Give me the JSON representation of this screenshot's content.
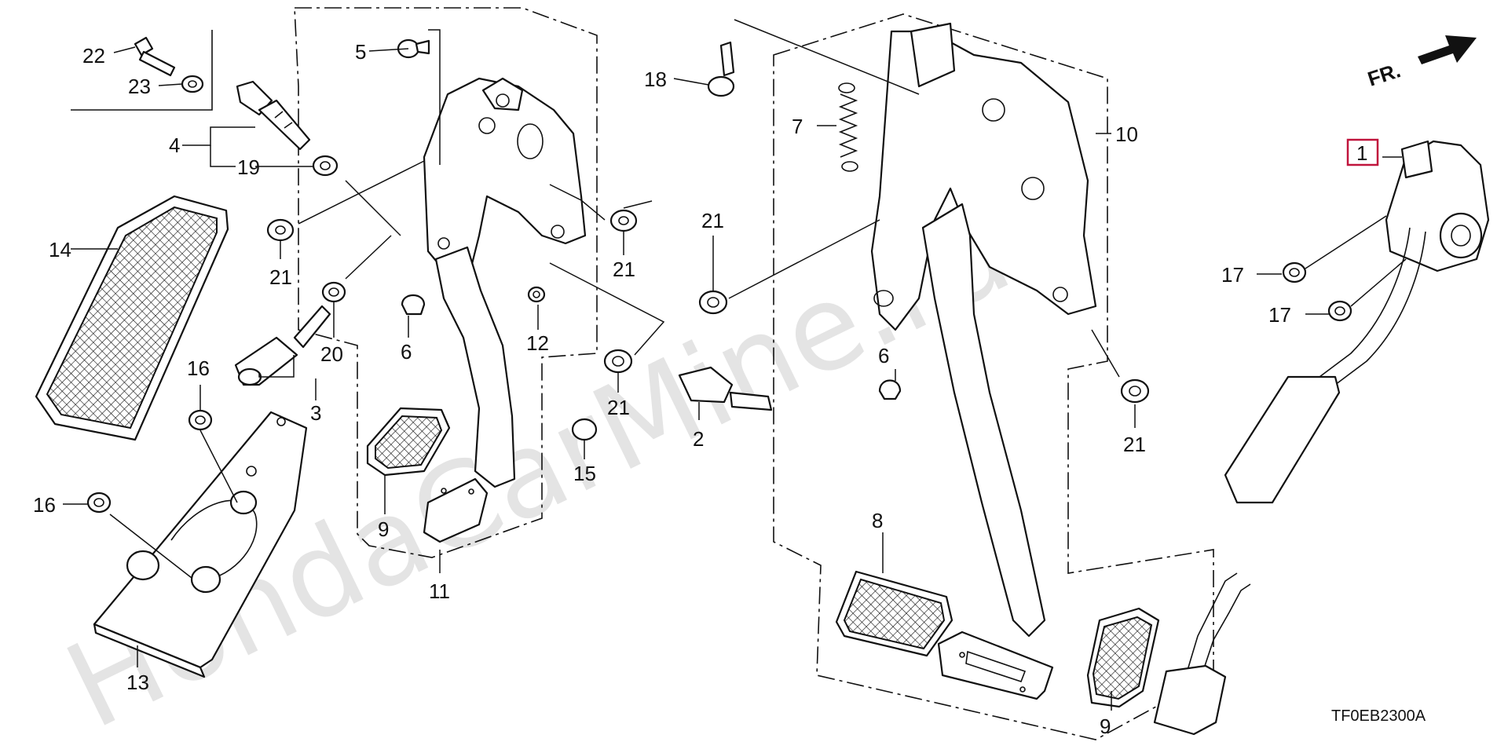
{
  "watermark": "HondaCarMine.ru",
  "direction_label": "FR.",
  "diagram_code": "TF0EB2300A",
  "highlighted_callout": "1",
  "callouts": {
    "c1": "1",
    "c2": "2",
    "c3": "3",
    "c4": "4",
    "c5": "5",
    "c6a": "6",
    "c6b": "6",
    "c7": "7",
    "c8": "8",
    "c9a": "9",
    "c9b": "9",
    "c10": "10",
    "c11": "11",
    "c12": "12",
    "c13": "13",
    "c14": "14",
    "c15": "15",
    "c16a": "16",
    "c16b": "16",
    "c17a": "17",
    "c17b": "17",
    "c18": "18",
    "c19": "19",
    "c20": "20",
    "c21a": "21",
    "c21b": "21",
    "c21c": "21",
    "c21d": "21",
    "c21e": "21",
    "c22": "22",
    "c23": "23"
  },
  "colors": {
    "line": "#111111",
    "highlight": "#c0143c",
    "watermark": "#e4e4e4"
  }
}
